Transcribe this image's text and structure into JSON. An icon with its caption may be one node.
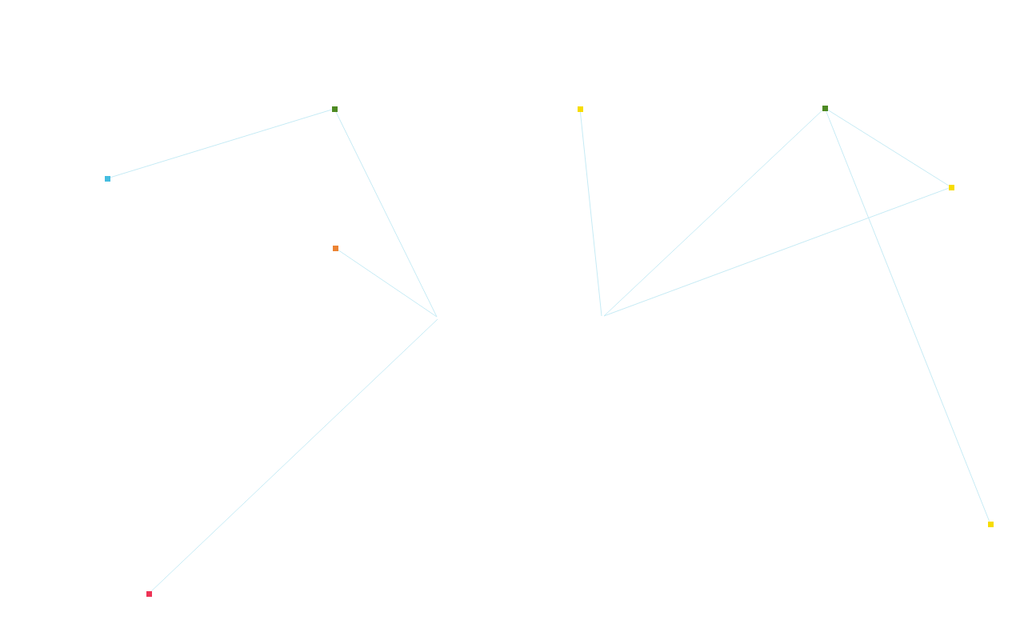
{
  "diagram": {
    "nodes": [
      {
        "text": [],
        "shape": "box"
      },
      {
        "text": [],
        "shape": "box"
      },
      {
        "text": [],
        "shape": "box"
      },
      {
        "text": [],
        "shape": "box"
      },
      {
        "text": [],
        "shape": "box"
      },
      {
        "text": [],
        "shape": "box"
      },
      {
        "text": [],
        "shape": "box"
      },
      {
        "text": [],
        "shape": "box"
      }
    ],
    "edges": [
      {
        "from": 0,
        "to": 1,
        "arrow": "none"
      },
      {
        "from": 1,
        "to": null,
        "arrow": "none"
      },
      {
        "from": 2,
        "to": null,
        "arrow": "none"
      },
      {
        "from": 3,
        "to": null,
        "arrow": "none"
      },
      {
        "from": 4,
        "to": null,
        "arrow": "none"
      },
      {
        "from": 5,
        "to": null,
        "arrow": "none"
      },
      {
        "from": 6,
        "to": null,
        "arrow": "none"
      },
      {
        "from": 5,
        "to": 6,
        "arrow": "none"
      },
      {
        "from": 5,
        "to": 7,
        "arrow": "none"
      }
    ]
  }
}
